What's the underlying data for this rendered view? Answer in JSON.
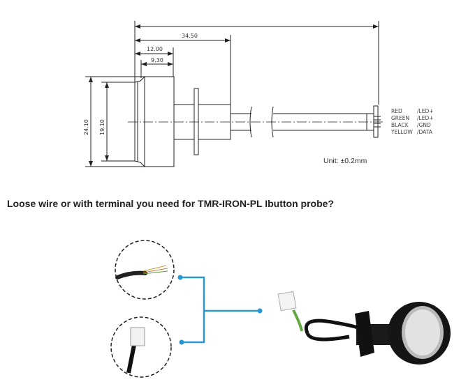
{
  "drawing": {
    "dimensions": {
      "overall_to_connector": "34.50",
      "body_depth": "12.00",
      "bezel_depth": "9.30",
      "outer_diameter": "24.10",
      "inner_diameter": "19.10"
    },
    "wires": [
      {
        "color": "RED",
        "function": "/LED+"
      },
      {
        "color": "GREEN",
        "function": "/LED+"
      },
      {
        "color": "BLACK",
        "function": "/GND"
      },
      {
        "color": "YELLOW",
        "function": "/DATA"
      }
    ],
    "unit_label": "Unit: ±0.2mm"
  },
  "heading": "Loose wire or with terminal you need for TMR-IRON-PL Ibutton probe?",
  "colors": {
    "connector_lines": "#2a97d4",
    "line_art": "#222222"
  }
}
